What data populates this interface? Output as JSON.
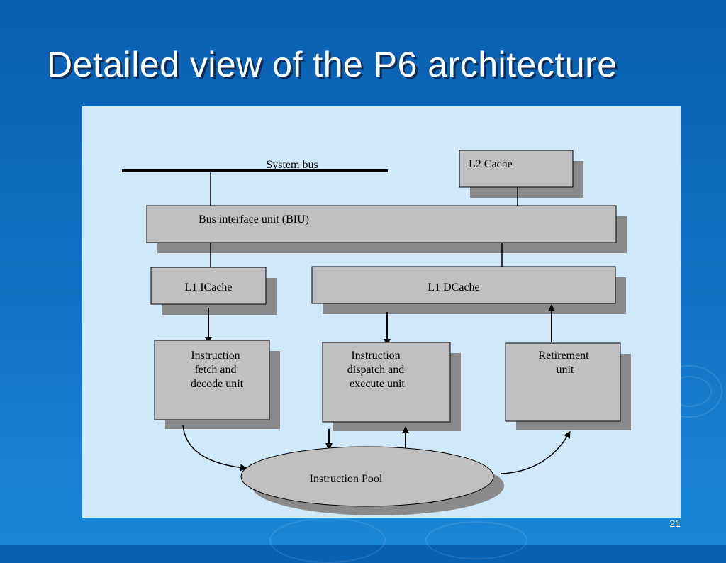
{
  "slide": {
    "title": "Detailed view of the P6 architecture",
    "page_number": "21"
  },
  "diagram": {
    "system_bus": "System bus",
    "l2_cache": "L2 Cache",
    "biu": "Bus interface unit (BIU)",
    "l1_icache": "L1 ICache",
    "l1_dcache": "L1 DCache",
    "fetch_decode": [
      "Instruction",
      "fetch and",
      "decode unit"
    ],
    "dispatch_execute": [
      "Instruction",
      "dispatch and",
      "execute unit"
    ],
    "retirement": [
      "Retirement",
      "unit"
    ],
    "instruction_pool": "Instruction Pool"
  },
  "colors": {
    "background": "#0e6cbf",
    "panel": "#cfe9fb",
    "box_fill": "#c0c0c0",
    "box_shadow": "#8a8a8a"
  }
}
